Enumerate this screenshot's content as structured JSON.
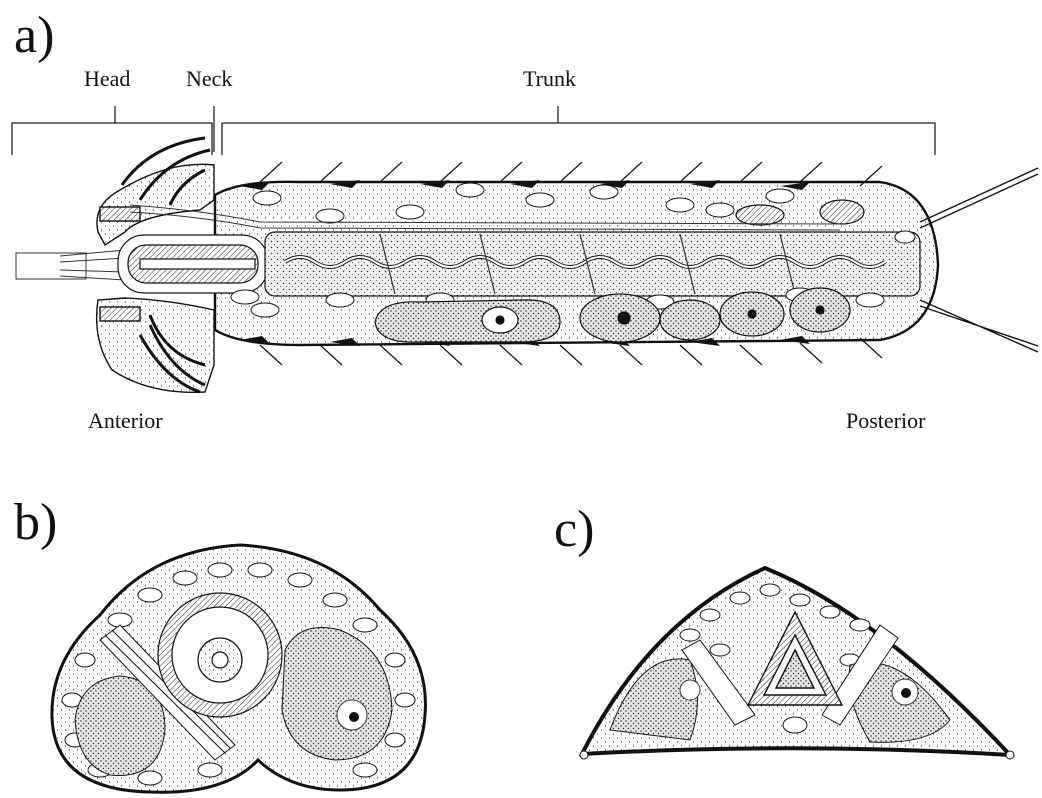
{
  "panels": {
    "a": {
      "label": "a)",
      "regions": {
        "head": "Head",
        "neck": "Neck",
        "trunk": "Trunk"
      },
      "directions": {
        "anterior": "Anterior",
        "posterior": "Posterior"
      }
    },
    "b": {
      "label": "b)"
    },
    "c": {
      "label": "c)"
    }
  }
}
